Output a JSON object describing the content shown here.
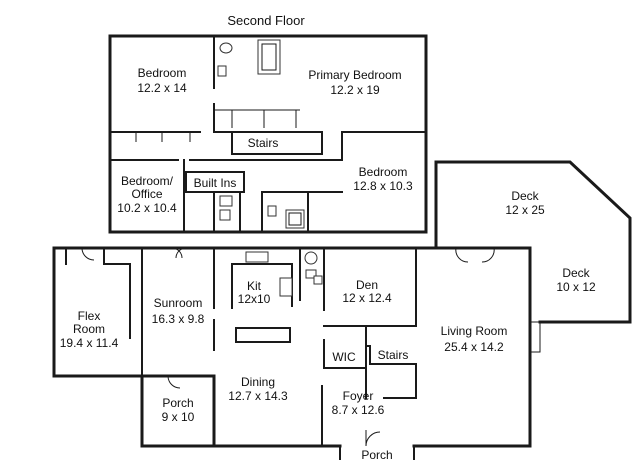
{
  "floor_title": "Second Floor",
  "second_floor": {
    "bedroom_left": {
      "name": "Bedroom",
      "size": "12.2 x 14"
    },
    "primary_bedroom": {
      "name": "Primary Bedroom",
      "size": "12.2 x 19"
    },
    "stairs": "Stairs",
    "bedroom_office": {
      "name_line1": "Bedroom/",
      "name_line2": "Office",
      "size": "10.2 x 10.4"
    },
    "built_ins": "Built Ins",
    "bedroom_right": {
      "name": "Bedroom",
      "size": "12.8 x 10.3"
    }
  },
  "first_floor": {
    "deck_top": {
      "name": "Deck",
      "size": "12 x 25"
    },
    "deck_right": {
      "name": "Deck",
      "size": "10 x 12"
    },
    "flex_room": {
      "name_line1": "Flex",
      "name_line2": "Room",
      "size": "19.4 x 11.4"
    },
    "sunroom": {
      "name": "Sunroom",
      "size": "16.3 x 9.8"
    },
    "kitchen": {
      "name": "Kit",
      "size": "12x10"
    },
    "den": {
      "name": "Den",
      "size": "12 x 12.4"
    },
    "living_room": {
      "name": "Living Room",
      "size": "25.4 x 14.2"
    },
    "wic": "WIC",
    "stairs": "Stairs",
    "porch_left": {
      "name": "Porch",
      "size": "9 x 10"
    },
    "dining": {
      "name": "Dining",
      "size": "12.7 x 14.3"
    },
    "foyer": {
      "name": "Foyer",
      "size": "8.7 x 12.6"
    },
    "porch_bottom": {
      "name": "Porch"
    }
  }
}
